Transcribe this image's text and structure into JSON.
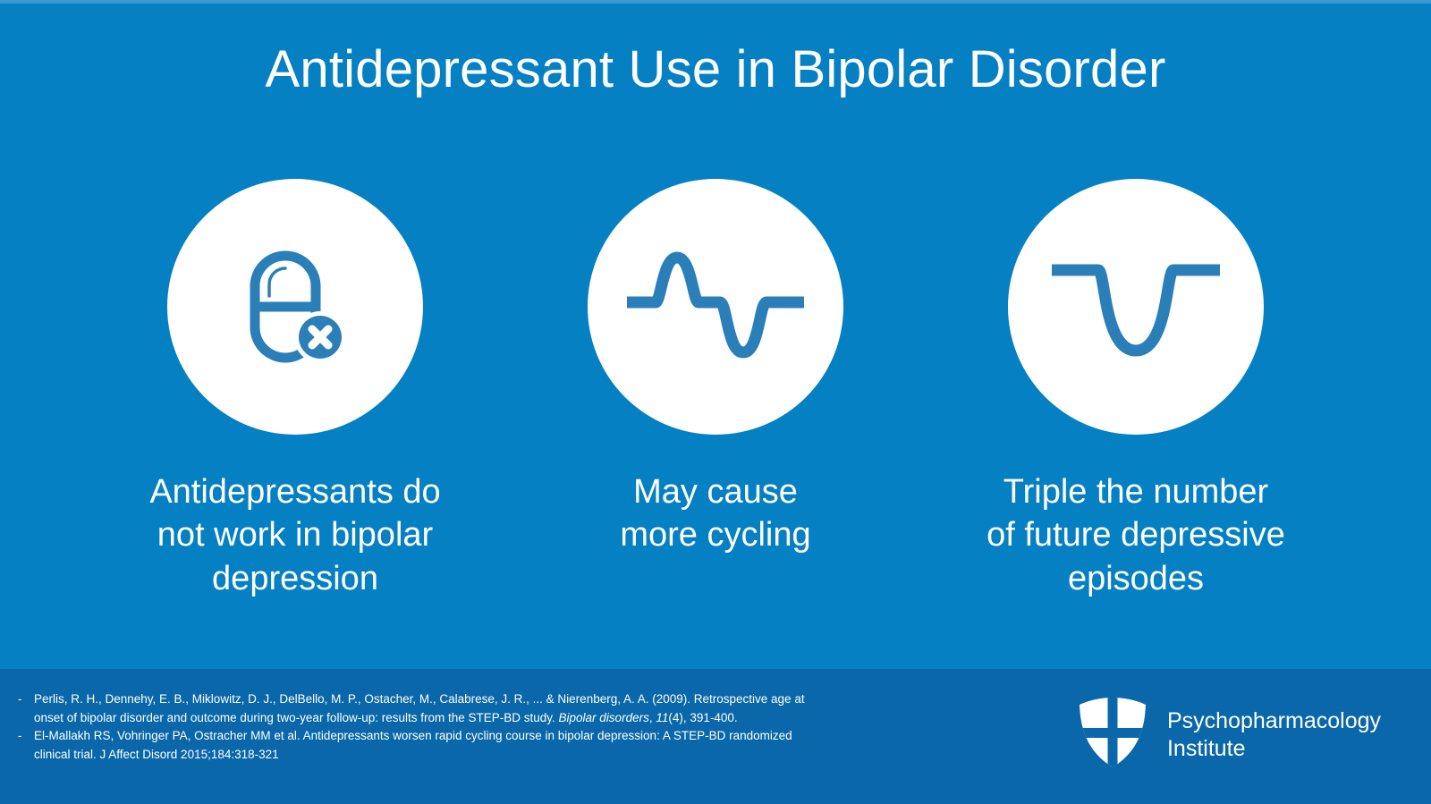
{
  "slide": {
    "title": "Antidepressant Use in Bipolar Disorder",
    "background_color": "#0580c2",
    "footer_color": "#0a67a9",
    "accent_color": "#2a7fb8",
    "text_color": "#ffffff"
  },
  "columns": [
    {
      "icon": "pill-crossed-out-icon",
      "caption": "Antidepressants do\nnot work in bipolar\ndepression"
    },
    {
      "icon": "mood-cycling-wave-icon",
      "caption": "May cause\nmore cycling"
    },
    {
      "icon": "depressive-dip-icon",
      "caption": "Triple the number\nof future depressive\nepisodes"
    }
  ],
  "references": [
    {
      "bullet": "-",
      "part1": "Perlis, R. H., Dennehy, E. B., Miklowitz, D. J., DelBello, M. P., Ostacher, M., Calabrese, J. R., ... & Nierenberg, A. A. (2009). Retrospective age at onset of bipolar disorder and outcome during two-year follow-up: results from the STEP-BD study. ",
      "italic1": "Bipolar disorders",
      "part2": ", ",
      "italic2": "11",
      "part3": "(4), 391-400."
    },
    {
      "bullet": "-",
      "part1": "El-Mallakh RS, Vohringer PA, Ostracher MM et al.  Antidepressants worsen rapid cycling course in bipolar depression: A STEP-BD randomized clinical trial.  J Affect Disord 2015;184:318-321",
      "italic1": "",
      "part2": "",
      "italic2": "",
      "part3": ""
    }
  ],
  "brand": {
    "logo": "shield-cross-logo",
    "name": "Psychopharmacology\nInstitute"
  }
}
